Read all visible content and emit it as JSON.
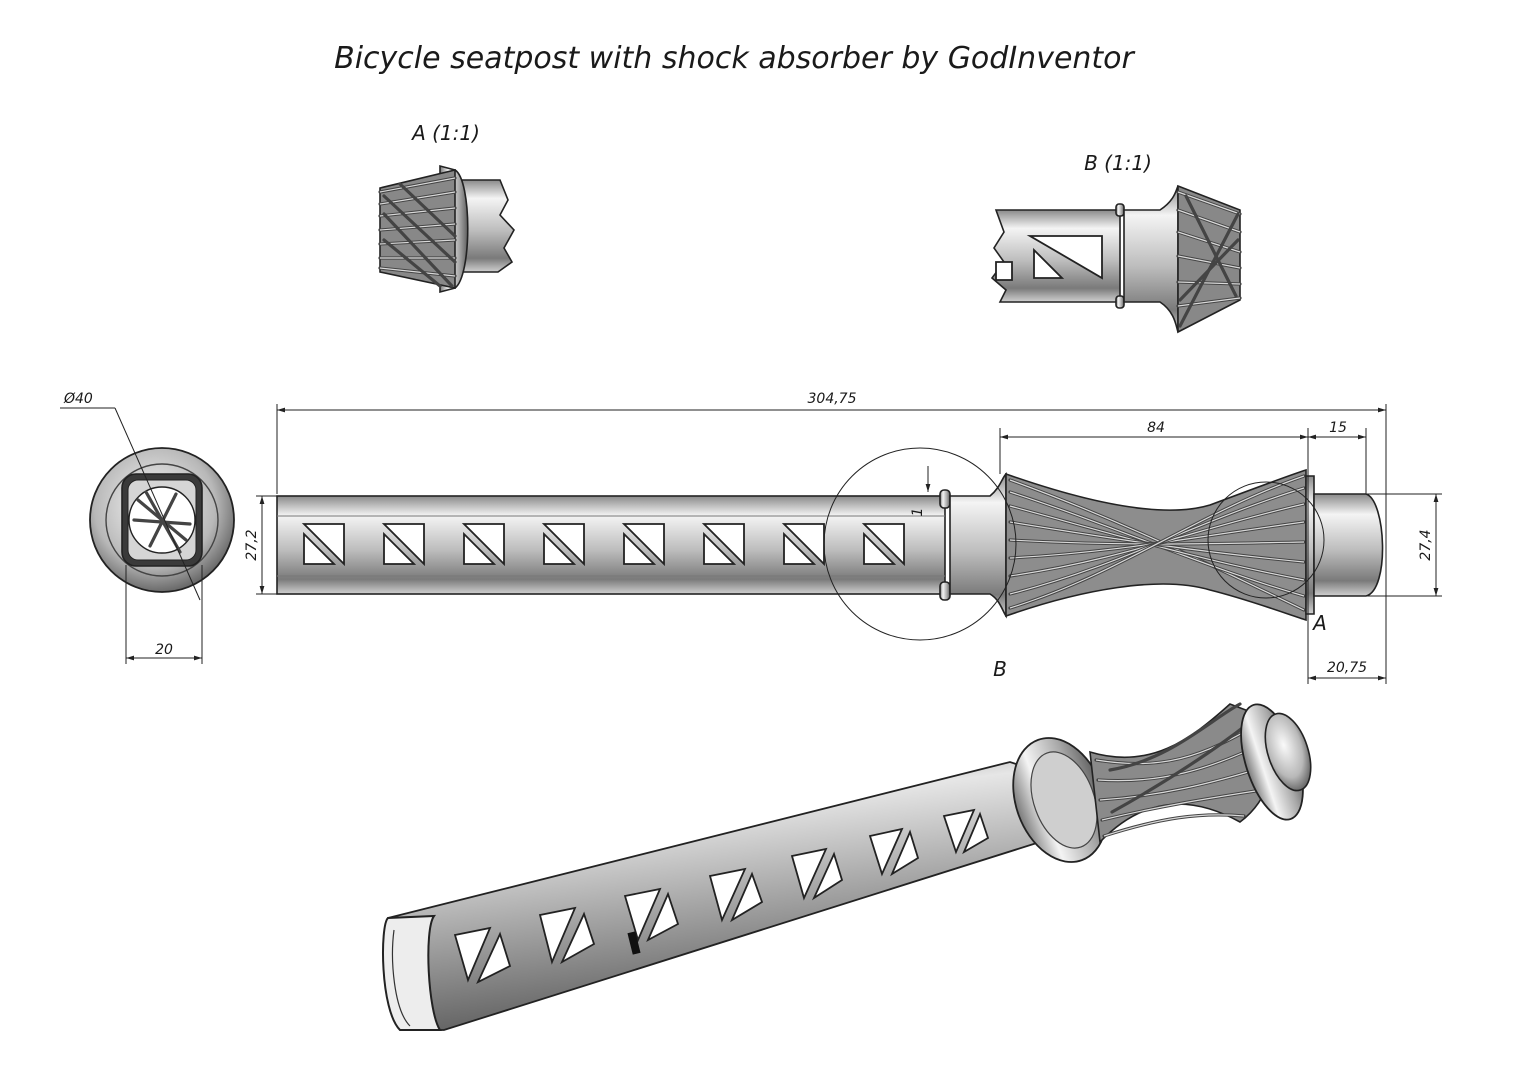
{
  "title": "Bicycle seatpost with shock absorber by GodInventor",
  "detail_views": {
    "a_label": "A (1:1)",
    "b_label": "B (1:1)"
  },
  "callouts": {
    "a": "A",
    "b": "B"
  },
  "dimensions": {
    "diameter": "Ø40",
    "end_width": "20",
    "tube_height": "27,2",
    "overall_length": "304,75",
    "spring_length": "84",
    "cap_length": "15",
    "cap_height": "27,4",
    "cap_total": "20,75",
    "gap": "1"
  },
  "colors": {
    "ink": "#1a1a1a",
    "metal_light": "#f2f2f2",
    "metal_dark": "#6e6e6e"
  }
}
